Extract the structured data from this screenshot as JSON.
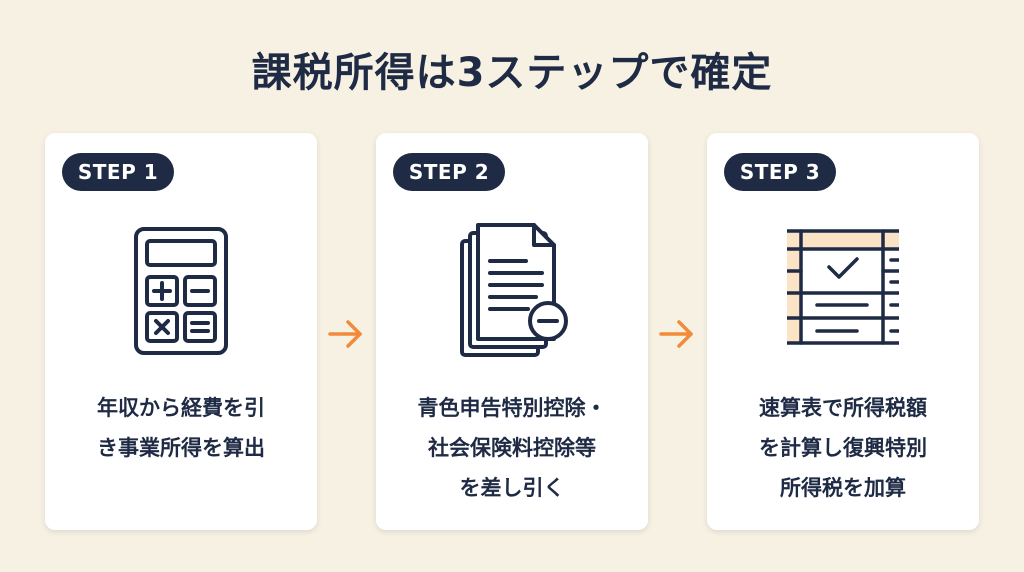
{
  "title": "課税所得は3ステップで確定",
  "accent_color": "#f28a3a",
  "navy_color": "#1f2a44",
  "steps": [
    {
      "badge": "STEP 1",
      "icon": "calculator-icon",
      "lines": [
        "年収から経費を引",
        "き事業所得を算出"
      ]
    },
    {
      "badge": "STEP 2",
      "icon": "documents-minus-icon",
      "lines": [
        "青色申告特別控除・",
        "社会保険料控除等",
        "を差し引く"
      ]
    },
    {
      "badge": "STEP 3",
      "icon": "table-check-icon",
      "lines": [
        "速算表で所得税額",
        "を計算し復興特別",
        "所得税を加算"
      ]
    }
  ]
}
